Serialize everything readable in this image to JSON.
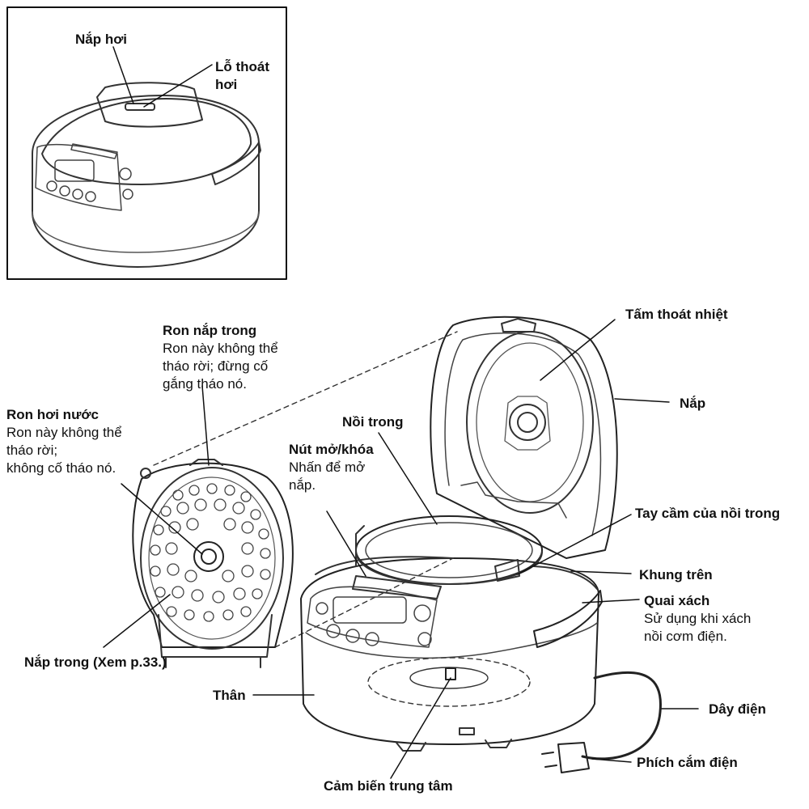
{
  "inset": {
    "steam_cap": "Nắp hơi",
    "steam_vent": "Lỗ thoát hơi"
  },
  "labels": {
    "inner_lid_seal": {
      "title": "Ron nắp trong",
      "desc": [
        "Ron này không thể",
        "tháo rời; đừng cố",
        "gắng tháo nó."
      ]
    },
    "steam_seal": {
      "title": "Ron hơi nước",
      "desc": [
        "Ron này không thể",
        "tháo rời;",
        "không cố tháo nó."
      ]
    },
    "inner_pot": "Nồi trong",
    "open_button": {
      "title": "Nút mở/khóa",
      "desc": [
        "Nhấn để mở",
        "nắp."
      ]
    },
    "heat_plate": "Tấm thoát nhiệt",
    "lid": "Nắp",
    "inner_pot_handle": "Tay cầm của nồi trong",
    "upper_frame": "Khung trên",
    "carry_handle": {
      "title": "Quai xách",
      "desc": [
        "Sử dụng khi xách",
        "nồi cơm điện."
      ]
    },
    "inner_lid": "Nắp trong (Xem p.33.)",
    "body": "Thân",
    "power_cord": "Dây điện",
    "power_plug": "Phích cắm điện",
    "center_sensor": "Cảm biến trung tâm"
  }
}
